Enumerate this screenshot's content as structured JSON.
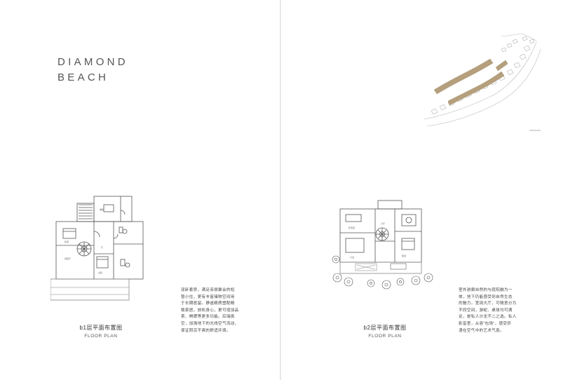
{
  "brand": {
    "line1": "DIAMOND",
    "line2": "BEACH"
  },
  "left_plan": {
    "title_cn": "b1层平面布置图",
    "title_en": "FLOOR PLAN",
    "description": [
      "双卧套房，满足亲朋聚会的短",
      "暂小住，更有丰富储物空间用",
      "于长期居留。静谧精质塑配精",
      "致家居，放松身心，更可增加品",
      "茶、棋牌等更多功能。后瑞挑",
      "空，加强地下的光线空气流动，",
      "保证阴凉干爽的舒适环境。"
    ]
  },
  "right_plan": {
    "title_cn": "b2层平面布置图",
    "title_en": "FLOOR PLAN",
    "description": [
      "室外游廊自然的与庭院融为一",
      "体，地下仍能感受到自然生态",
      "的魅力。宽阔大厅，可随意分为",
      "不同空间，游蛇、桌球均可满",
      "足，是私人沙龙不二之选。私人",
      "影音室，从容“包场”，感受弥",
      "漫在空气中的艺术气息。"
    ]
  },
  "colors": {
    "page": "#ffffff",
    "line": "#555555",
    "villa_highlight": "#b59f7c"
  },
  "icons": {
    "site_map": "site-plan-icon",
    "left_plan": "floor-plan-b1-icon",
    "right_plan": "floor-plan-b2-icon"
  }
}
